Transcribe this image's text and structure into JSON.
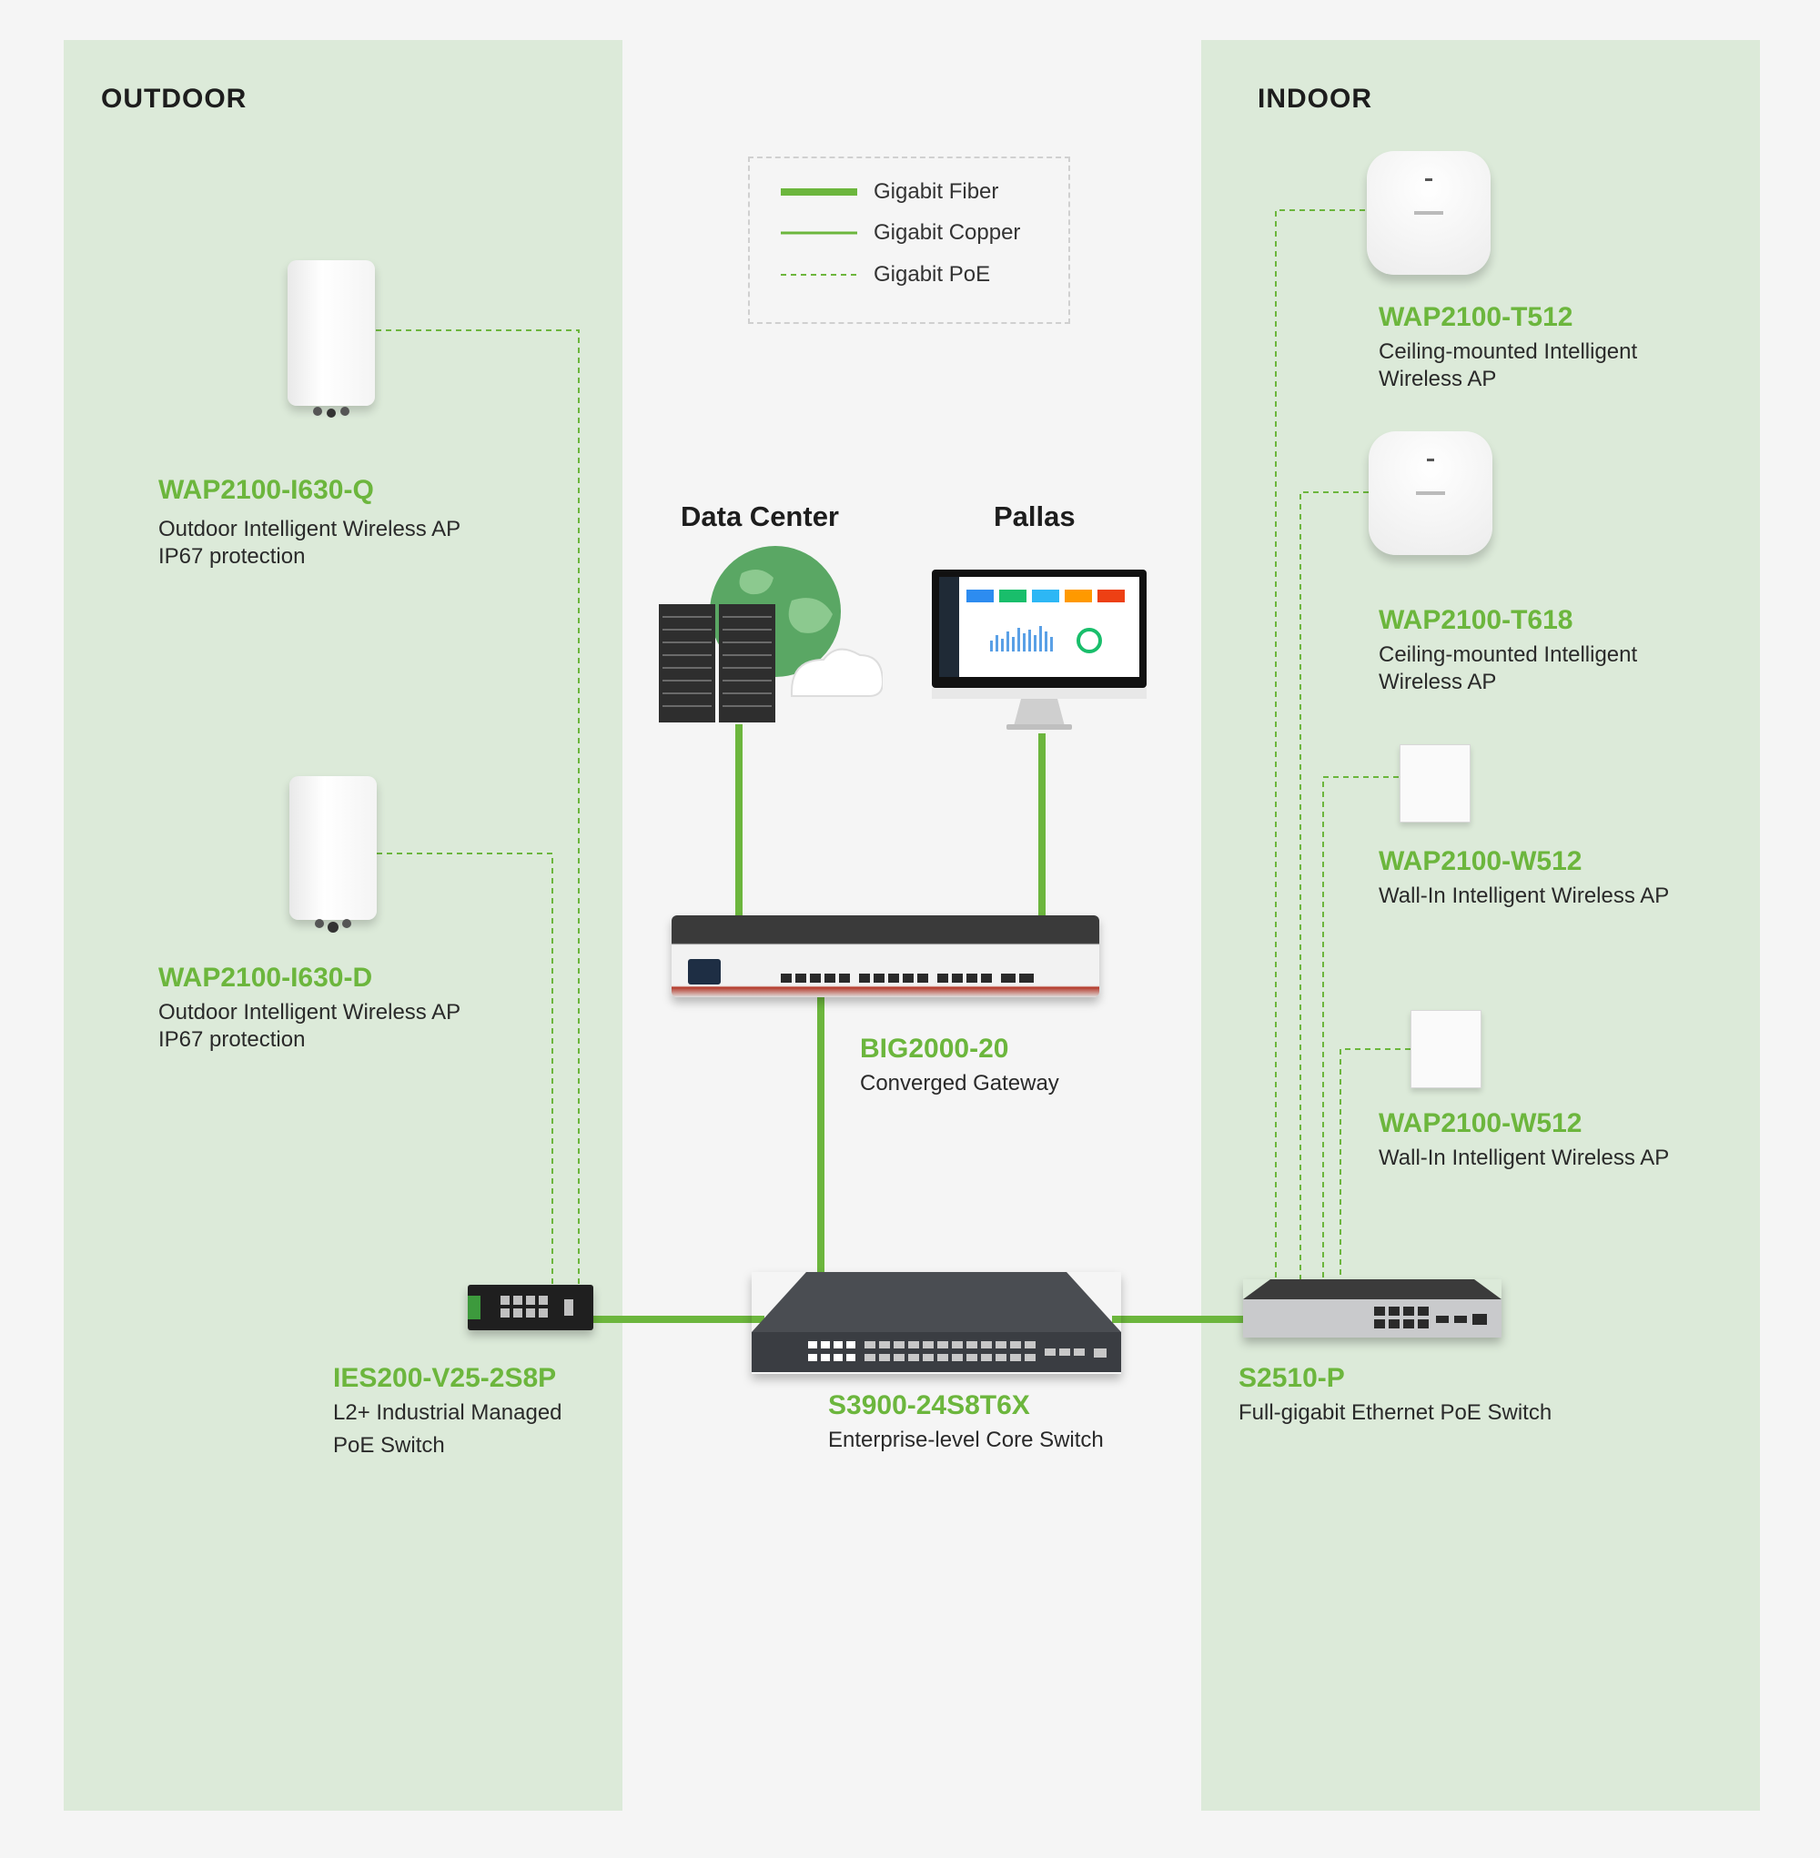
{
  "zones": {
    "outdoor_title": "OUTDOOR",
    "indoor_title": "INDOOR"
  },
  "legend": {
    "items": [
      {
        "label": "Gigabit Fiber"
      },
      {
        "label": "Gigabit Copper"
      },
      {
        "label": "Gigabit PoE"
      }
    ]
  },
  "colors": {
    "accent": "#6cb63d",
    "zone_bg": "#dcead9",
    "page_bg": "#f5f5f5"
  },
  "sites": {
    "data_center": "Data Center",
    "pallas": "Pallas"
  },
  "devices": {
    "ap_out_q": {
      "name": "WAP2100-I630-Q",
      "desc1": "Outdoor Intelligent Wireless AP",
      "desc2": "IP67 protection"
    },
    "ap_out_d": {
      "name": "WAP2100-I630-D",
      "desc1": "Outdoor Intelligent Wireless AP",
      "desc2": "IP67 protection"
    },
    "ap_t512": {
      "name": "WAP2100-T512",
      "desc1": "Ceiling-mounted Intelligent",
      "desc2": "Wireless AP"
    },
    "ap_t618": {
      "name": "WAP2100-T618",
      "desc1": "Ceiling-mounted Intelligent",
      "desc2": "Wireless AP"
    },
    "ap_w512_a": {
      "name": "WAP2100-W512",
      "desc1": "Wall-In Intelligent Wireless AP"
    },
    "ap_w512_b": {
      "name": "WAP2100-W512",
      "desc1": "Wall-In Intelligent Wireless AP"
    },
    "gateway": {
      "name": "BIG2000-20",
      "desc1": "Converged Gateway"
    },
    "core": {
      "name": "S3900-24S8T6X",
      "desc1": "Enterprise-level Core Switch"
    },
    "ies": {
      "name": "IES200-V25-2S8P",
      "desc1": "L2+ Industrial Managed",
      "desc2": "PoE Switch"
    },
    "s2510": {
      "name": "S2510-P",
      "desc1": "Full-gigabit Ethernet PoE Switch"
    }
  }
}
